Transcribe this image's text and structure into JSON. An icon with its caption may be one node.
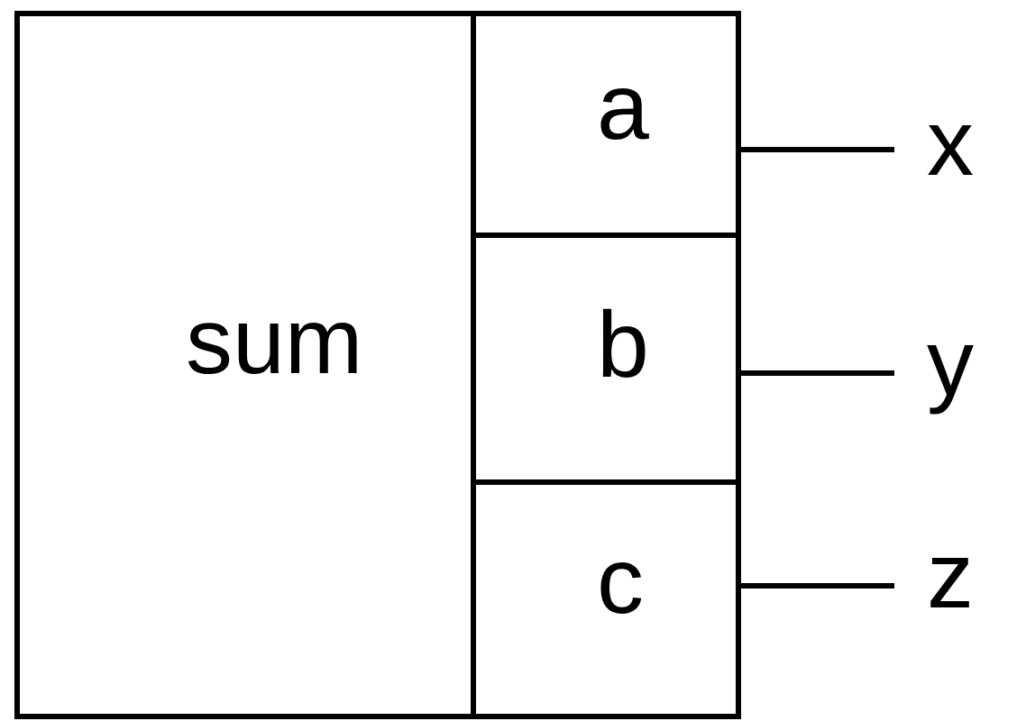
{
  "diagram": {
    "nodes": [
      {
        "text": [
          "sum"
        ]
      },
      {
        "text": [
          "a"
        ]
      },
      {
        "text": [
          "b"
        ]
      },
      {
        "text": [
          "c"
        ]
      },
      {
        "text": [
          "x"
        ]
      },
      {
        "text": [
          "y"
        ]
      },
      {
        "text": [
          "z"
        ]
      }
    ],
    "edges": [
      {
        "from": 1,
        "to": 4,
        "arrow": "none"
      },
      {
        "from": 2,
        "to": 5,
        "arrow": "none"
      },
      {
        "from": 3,
        "to": 6,
        "arrow": "none"
      }
    ]
  }
}
